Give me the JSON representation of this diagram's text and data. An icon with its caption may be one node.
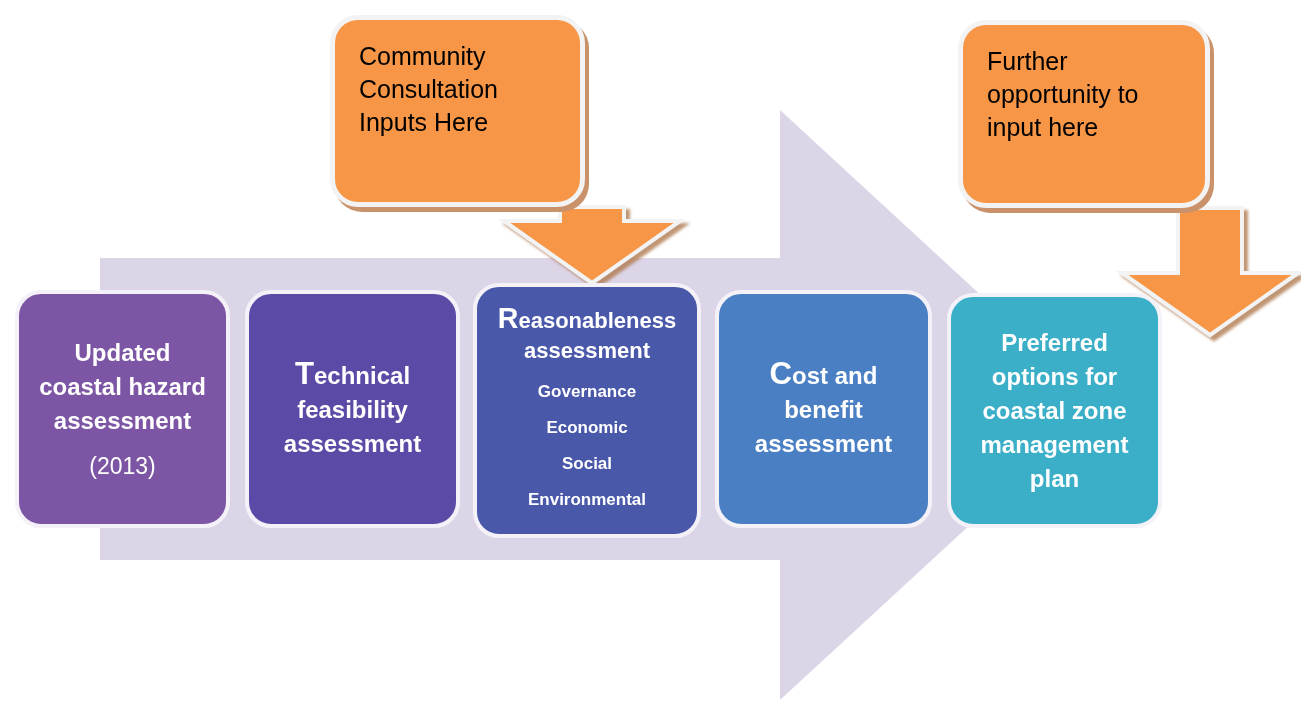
{
  "diagram": {
    "nodes": [
      {
        "text": [
          "Updated coastal hazard assessment",
          "(2013)"
        ]
      },
      {
        "text": [
          "Technical feasibility assessment"
        ]
      },
      {
        "text": [
          "Reasonableness assessment",
          "Governance",
          "Economic",
          "Social",
          "Environmental"
        ]
      },
      {
        "text": [
          "Cost and benefit assessment"
        ]
      },
      {
        "text": [
          "Preferred options for coastal zone management plan"
        ]
      },
      {
        "text": [
          "Community Consultation Inputs Here"
        ]
      },
      {
        "text": [
          "Further opportunity to input here"
        ]
      }
    ],
    "edges": [
      {
        "from": 5,
        "to": 2,
        "arrow": "to"
      },
      {
        "from": 6,
        "to": null,
        "arrow": "to"
      },
      {
        "from": 0,
        "to": 4,
        "arrow": "to",
        "color": "#dcd5e8"
      }
    ]
  }
}
